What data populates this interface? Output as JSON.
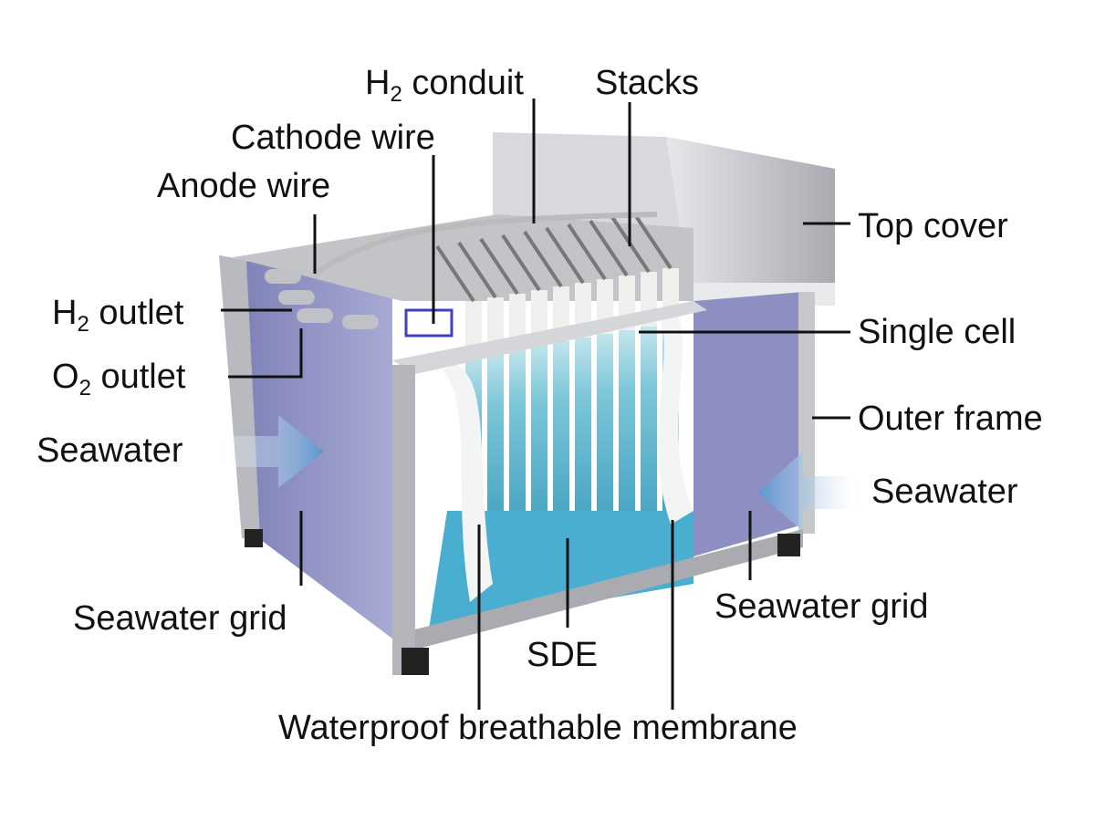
{
  "title": "Seawater electrolysis device schematic",
  "labels": {
    "h2_conduit": {
      "main": "H",
      "sub": "2",
      "rest": " conduit"
    },
    "stacks": "Stacks",
    "cathode_wire": "Cathode wire",
    "anode_wire": "Anode wire",
    "h2_outlet": {
      "main": "H",
      "sub": "2",
      "rest": " outlet"
    },
    "o2_outlet": {
      "main": "O",
      "sub": "2",
      "rest": " outlet"
    },
    "seawater_left": "Seawater",
    "seawater_right": "Seawater",
    "top_cover": "Top cover",
    "single_cell": "Single cell",
    "outer_frame": "Outer frame",
    "seawater_grid_left": "Seawater grid",
    "seawater_grid_right": "Seawater grid",
    "sde": "SDE",
    "membrane": "Waterproof breathable membrane"
  },
  "colors": {
    "frame": "#c9cbd0",
    "grid": "#8a8cbf",
    "water": "#5fb6cf",
    "arrow": "#6fa6d6",
    "cell": "#eef0ee"
  }
}
